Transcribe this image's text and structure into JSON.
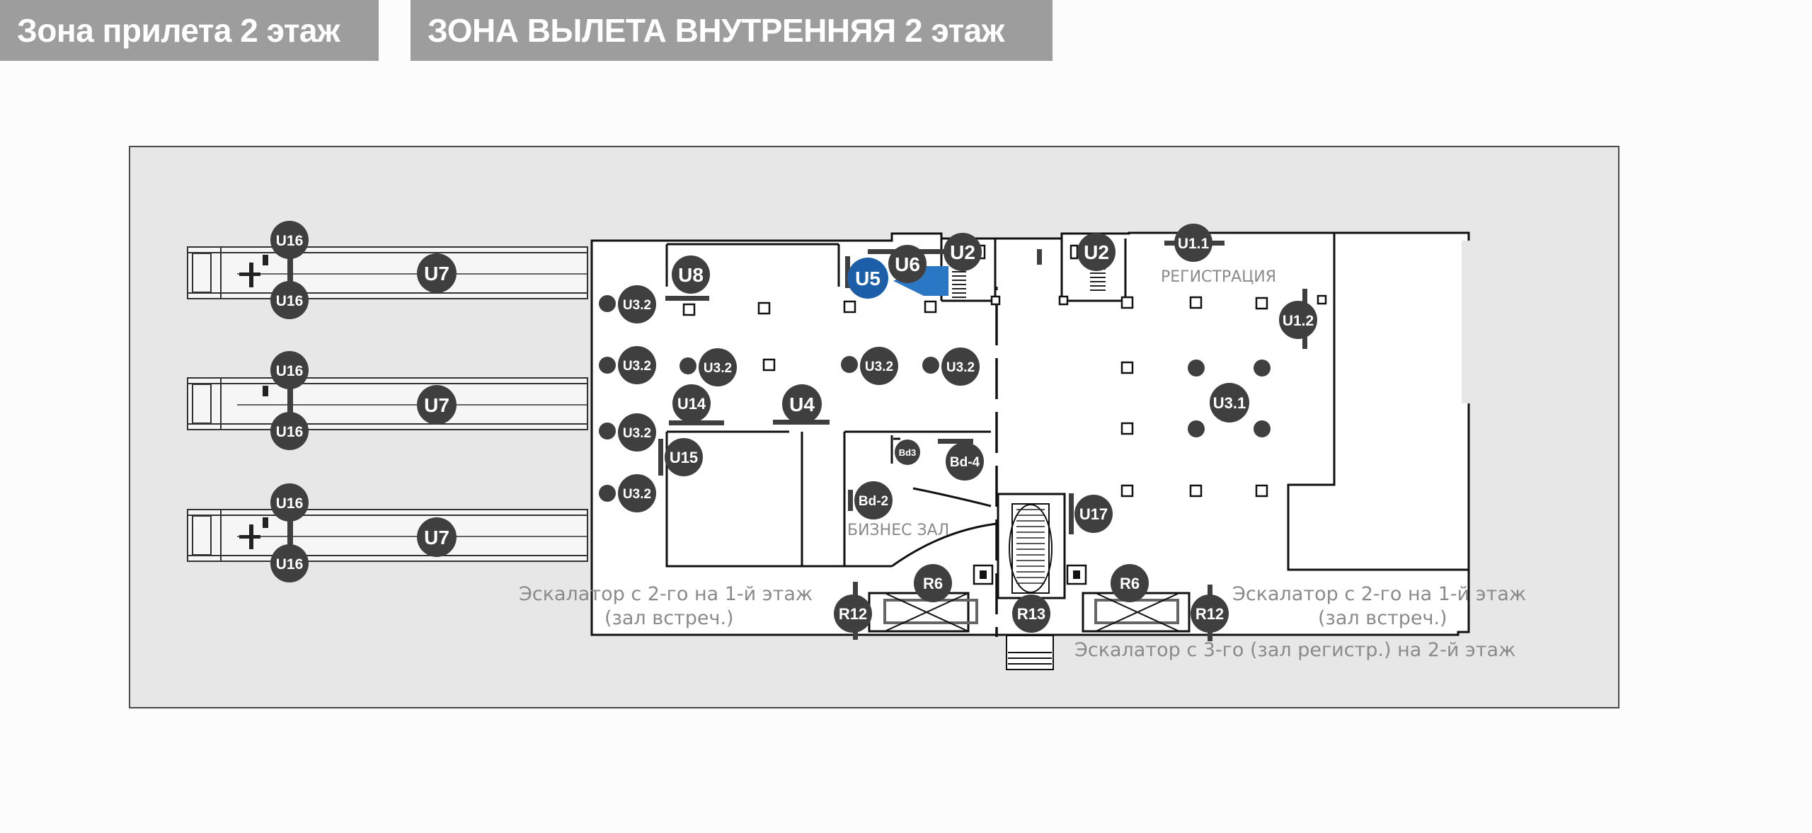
{
  "tabs": {
    "arrival": "Зона прилета 2 этаж",
    "departure": "ЗОНА ВЫЛЕТА ВНУТРЕННЯЯ 2 этаж"
  },
  "colors": {
    "marker": "#3f3f3f",
    "highlight": "#1c5fa8",
    "arrow": "#2a78c5",
    "map_bg": "#e7e7e7",
    "hall": "#ffffff"
  },
  "labels": {
    "registration": "РЕГИСТРАЦИЯ",
    "business": "БИЗНЕС ЗАЛ",
    "esc_left_1": "Эскалатор с 2-го на 1-й этаж",
    "esc_left_2": "(зал встреч.)",
    "esc_right_1": "Эскалатор с 2-го на 1-й этаж",
    "esc_right_2": "(зал встреч.)",
    "esc_bottom": "Эскалатор с 3-го (зал регистр.) на 2-й этаж"
  },
  "markers": {
    "u16_a": "U16",
    "u16_b": "U16",
    "u16_c": "U16",
    "u16_d": "U16",
    "u16_e": "U16",
    "u16_f": "U16",
    "u7_a": "U7",
    "u7_b": "U7",
    "u7_c": "U7",
    "u8": "U8",
    "u5": "U5",
    "u6": "U6",
    "u2_a": "U2",
    "u2_b": "U2",
    "u1_1": "U1.1",
    "u1_2": "U1.2",
    "u3_2_a": "U3.2",
    "u3_2_b": "U3.2",
    "u3_2_c": "U3.2",
    "u3_2_d": "U3.2",
    "u3_2_e": "U3.2",
    "u3_2_f": "U3.2",
    "u3_2_g": "U3.2",
    "u3_1": "U3.1",
    "u14": "U14",
    "u4": "U4",
    "u15": "U15",
    "bd3": "Bd3",
    "bd4": "Bd-4",
    "bd2": "Bd-2",
    "u17": "U17",
    "r6_a": "R6",
    "r6_b": "R6",
    "r12_a": "R12",
    "r12_b": "R12",
    "r13": "R13"
  }
}
